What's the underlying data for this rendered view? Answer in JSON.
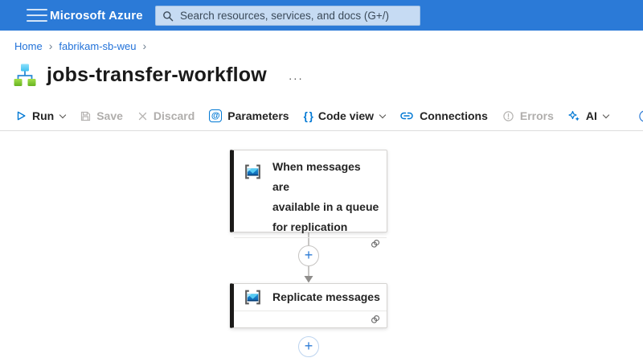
{
  "topbar": {
    "brand": "Microsoft Azure",
    "search_placeholder": "Search resources, services, and docs (G+/)"
  },
  "breadcrumb": {
    "items": [
      {
        "label": "Home"
      },
      {
        "label": "fabrikam-sb-weu"
      }
    ],
    "separator": "›"
  },
  "page": {
    "title": "jobs-transfer-workflow",
    "more": "···"
  },
  "toolbar": {
    "run": "Run",
    "save": "Save",
    "discard": "Discard",
    "parameters": "Parameters",
    "code_view": "Code view",
    "connections": "Connections",
    "errors": "Errors",
    "ai": "AI"
  },
  "glyphs": {
    "plus": "+",
    "at": "@",
    "braces": "{ }"
  },
  "canvas": {
    "trigger_card": {
      "title": "When messages are available in a queue for replication",
      "lines": [
        "When messages are",
        "available in a queue",
        "for replication"
      ]
    },
    "action_card": {
      "title": "Replicate messages"
    }
  },
  "colors": {
    "topbar_bg": "#2b7ad7",
    "accent_blue": "#0078d4",
    "link_blue": "#2272d9",
    "card_accent": "#1b1a19",
    "workflow_cyan": "#57ccf2",
    "workflow_green": "#7fc82e",
    "disabled_gray": "#b0aeac"
  }
}
